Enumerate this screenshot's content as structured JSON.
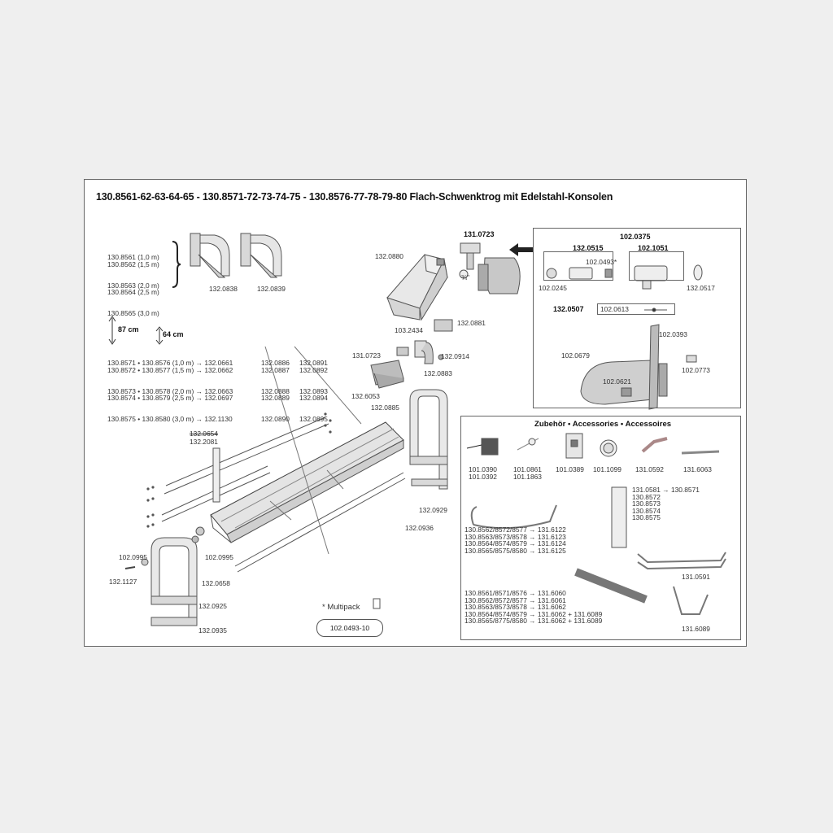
{
  "title": "130.8561-62-63-64-65 - 130.8571-72-73-74-75 - 130.8576-77-78-79-80 Flach-Schwenktrog mit Edelstahl-Konsolen",
  "brackets": {
    "variants": [
      "130.8561 (1,0 m)",
      "130.8562 (1,5 m)",
      "130.8563 (2,0 m)",
      "130.8564 (2,5 m)",
      "130.8565 (3,0 m)"
    ],
    "left_part": "132.0838",
    "right_part": "132.0839"
  },
  "heights": {
    "h1": "87 cm",
    "h2": "64 cm"
  },
  "trough_table": {
    "rows": [
      "130.8571 • 130.8576 (1,0 m) → 132.0661",
      "130.8572 • 130.8577 (1,5 m) → 132.0662",
      "130.8573 • 130.8578 (2,0 m) → 132.0663",
      "130.8574 • 130.8579 (2,5 m) → 132.0697",
      "130.8575 • 130.8580 (3,0 m) → 132.1130"
    ],
    "col2": [
      "132.0886",
      "132.0887",
      "132.0888",
      "132.0889",
      "132.0890"
    ],
    "col3": [
      "132.0891",
      "132.0892",
      "132.0893",
      "132.0894",
      "132.0895"
    ]
  },
  "parts": {
    "p0880": "132.0880",
    "p0723top": "131.0723",
    "p2434": "103.2434",
    "p0881": "132.0881",
    "p0723mid": "131.0723",
    "p0914": "132.0914",
    "p0883": "132.0883",
    "p6053": "132.6053",
    "p0885": "132.0885",
    "p0654": "132.0654",
    "p2081": "132.2081",
    "p0929": "132.0929",
    "p0936": "132.0936",
    "p0995a": "102.0995",
    "p0995b": "102.0995",
    "p1127": "132.1127",
    "p0658": "132.0658",
    "p0925": "132.0925",
    "p0935": "132.0935",
    "threeq": "¾\""
  },
  "multipack": {
    "label": "* Multipack",
    "code": "102.0493-10"
  },
  "valve_box": {
    "title": "102.0375",
    "left_title": "132.0515",
    "left_inner": "102.0493*",
    "right_title": "102.1051",
    "p0245": "102.0245",
    "p0517": "132.0517",
    "p0507": "132.0507",
    "p0613": "102.0613",
    "p0393": "102.0393",
    "p0679": "102.0679",
    "p0621": "102.0621",
    "p0773": "102.0773"
  },
  "accessories": {
    "title": "Zubehör • Accessories • Accessoires",
    "items": [
      "101.0390\n101.0392",
      "101.0861\n101.1863",
      "101.0389",
      "101.1099",
      "131.0592",
      "131.6063"
    ],
    "heater_parts": "131.0581 → 130.8571\n130.8572\n130.8573\n130.8574\n130.8575",
    "pipe_list": "130.8562/8572/8577 → 131.6122\n130.8563/8573/8578 → 131.6123\n130.8564/8574/8579 → 131.6124\n130.8565/8575/8580 → 131.6125",
    "p0591": "131.0591",
    "rail_list": "130.8561/8571/8576 → 131.6060\n130.8562/8572/8577 → 131.6061\n130.8563/8573/8578 → 131.6062\n130.8564/8574/8579 → 131.6062 + 131.6089\n130.8565/8775/8580 → 131.6062 + 131.6089",
    "p6089": "131.6089"
  }
}
